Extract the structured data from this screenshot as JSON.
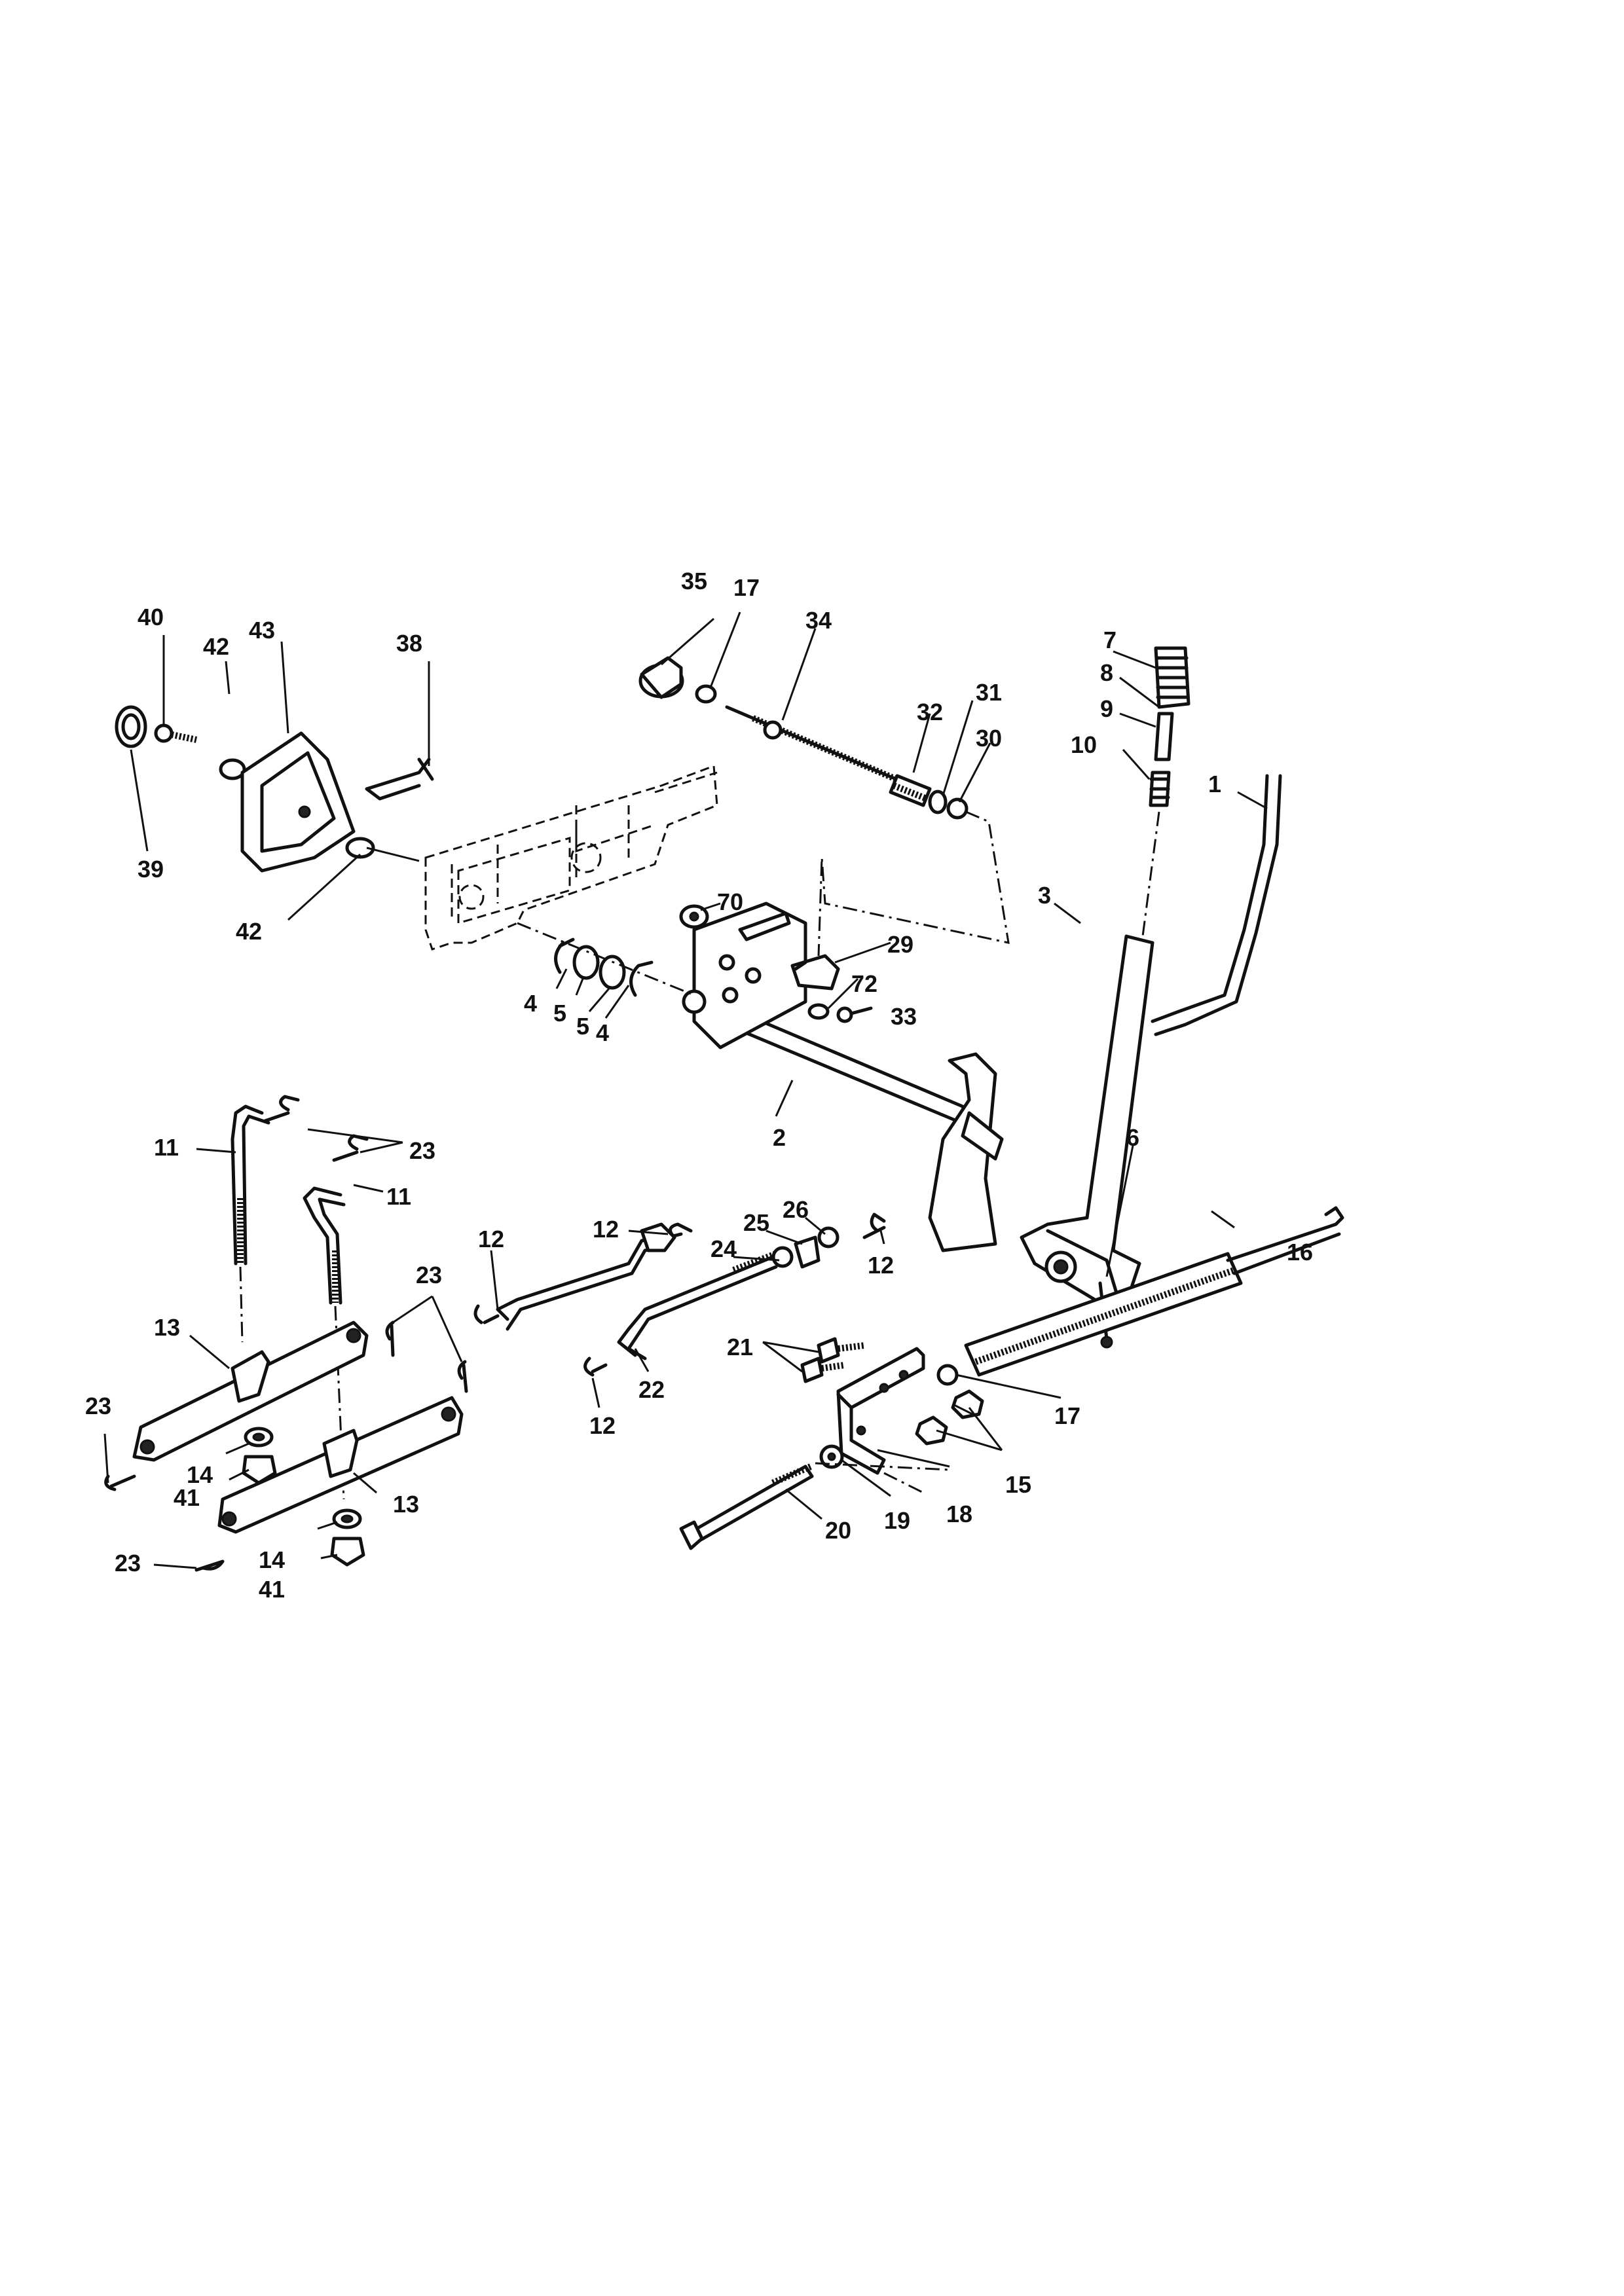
{
  "callouts": {
    "c1": "1",
    "c2": "2",
    "c3": "3",
    "c4a": "4",
    "c4b": "4",
    "c5a": "5",
    "c5b": "5",
    "c6": "6",
    "c7": "7",
    "c8": "8",
    "c9": "9",
    "c10": "10",
    "c11a": "11",
    "c11b": "11",
    "c12a": "12",
    "c12b": "12",
    "c12c": "12",
    "c12d": "12",
    "c13a": "13",
    "c13b": "13",
    "c14a": "14",
    "c14b": "14",
    "c15": "15",
    "c16": "16",
    "c17a": "17",
    "c17b": "17",
    "c18": "18",
    "c19": "19",
    "c20": "20",
    "c21": "21",
    "c22": "22",
    "c23a": "23",
    "c23b": "23",
    "c23c": "23",
    "c23d": "23",
    "c24": "24",
    "c25": "25",
    "c26": "26",
    "c29": "29",
    "c30": "30",
    "c31": "31",
    "c32": "32",
    "c33": "33",
    "c34": "34",
    "c35": "35",
    "c38": "38",
    "c39": "39",
    "c40": "40",
    "c41a": "41",
    "c41b": "41",
    "c42a": "42",
    "c42b": "42",
    "c43": "43",
    "c70": "70",
    "c72": "72"
  }
}
